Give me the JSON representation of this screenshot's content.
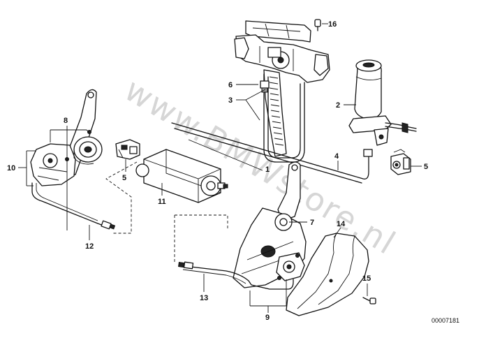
{
  "watermark": "www.BMWstore.nl",
  "reference_code": "00007181",
  "callouts": {
    "c1": "1",
    "c2": "2",
    "c3": "3",
    "c4": "4",
    "c5a": "5",
    "c5b": "5",
    "c6": "6",
    "c7": "7",
    "c8": "8",
    "c9": "9",
    "c10": "10",
    "c11": "11",
    "c12": "12",
    "c13": "13",
    "c14": "14",
    "c15": "15",
    "c16": "16"
  }
}
